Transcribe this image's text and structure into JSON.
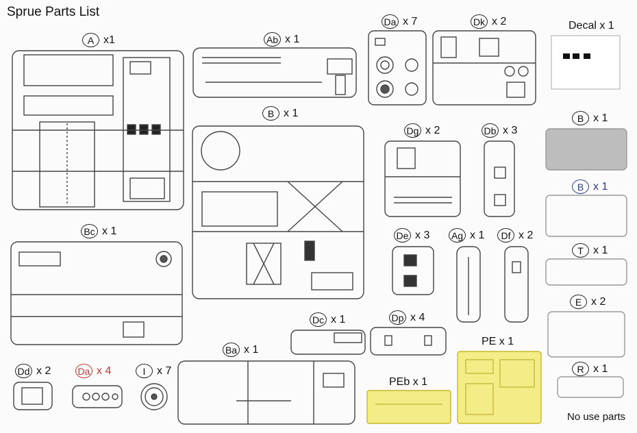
{
  "title": "Sprue Parts List",
  "sprues": [
    {
      "id": "A",
      "code": "A",
      "qty": "x1",
      "circle": true,
      "color": "dark"
    },
    {
      "id": "Ab",
      "code": "Ab",
      "qty": "x 1",
      "circle": true,
      "color": "dark"
    },
    {
      "id": "Da7",
      "code": "Da",
      "qty": "x 7",
      "circle": true,
      "color": "dark"
    },
    {
      "id": "Dk",
      "code": "Dk",
      "qty": "x 2",
      "circle": true,
      "color": "dark"
    },
    {
      "id": "Decal",
      "code": "",
      "qty": "Decal x 1",
      "circle": false,
      "color": "dark"
    },
    {
      "id": "B1",
      "code": "B",
      "qty": "x 1",
      "circle": true,
      "color": "dark"
    },
    {
      "id": "Dg",
      "code": "Dg",
      "qty": "x 2",
      "circle": true,
      "color": "dark"
    },
    {
      "id": "Db",
      "code": "Db",
      "qty": "x 3",
      "circle": true,
      "color": "dark"
    },
    {
      "id": "Bgrey",
      "code": "B",
      "qty": "x 1",
      "circle": true,
      "color": "dark"
    },
    {
      "id": "Bblue",
      "code": "B",
      "qty": "x 1",
      "circle": true,
      "color": "blue"
    },
    {
      "id": "Bc",
      "code": "Bc",
      "qty": "x 1",
      "circle": true,
      "color": "dark"
    },
    {
      "id": "De",
      "code": "De",
      "qty": "x 3",
      "circle": true,
      "color": "dark"
    },
    {
      "id": "Ag",
      "code": "Ag",
      "qty": "x 1",
      "circle": true,
      "color": "dark"
    },
    {
      "id": "Df",
      "code": "Df",
      "qty": "x 2",
      "circle": true,
      "color": "dark"
    },
    {
      "id": "T",
      "code": "T",
      "qty": "x 1",
      "circle": true,
      "color": "dark"
    },
    {
      "id": "E",
      "code": "E",
      "qty": "x 2",
      "circle": true,
      "color": "dark"
    },
    {
      "id": "Dc",
      "code": "Dc",
      "qty": "x 1",
      "circle": true,
      "color": "dark"
    },
    {
      "id": "Dp",
      "code": "Dp",
      "qty": "x 4",
      "circle": true,
      "color": "dark"
    },
    {
      "id": "PE",
      "code": "",
      "qty": "PE x 1",
      "circle": false,
      "color": "dark"
    },
    {
      "id": "Ba",
      "code": "Ba",
      "qty": "x 1",
      "circle": true,
      "color": "dark"
    },
    {
      "id": "R",
      "code": "R",
      "qty": "x 1",
      "circle": true,
      "color": "dark"
    },
    {
      "id": "Dd",
      "code": "Dd",
      "qty": "x 2",
      "circle": true,
      "color": "dark"
    },
    {
      "id": "Da4",
      "code": "Da",
      "qty": "x 4",
      "circle": true,
      "color": "red"
    },
    {
      "id": "I",
      "code": "I",
      "qty": "x 7",
      "circle": true,
      "color": "dark"
    },
    {
      "id": "PEb",
      "code": "",
      "qty": "PEb x 1",
      "circle": false,
      "color": "dark"
    }
  ],
  "no_use_note": "No use parts",
  "colors": {
    "line": "#444444",
    "grey_sprue": "#bdbdbd",
    "pe_yellow": "#f4ec86",
    "red": "#c83232",
    "blue": "#2c3f86"
  }
}
